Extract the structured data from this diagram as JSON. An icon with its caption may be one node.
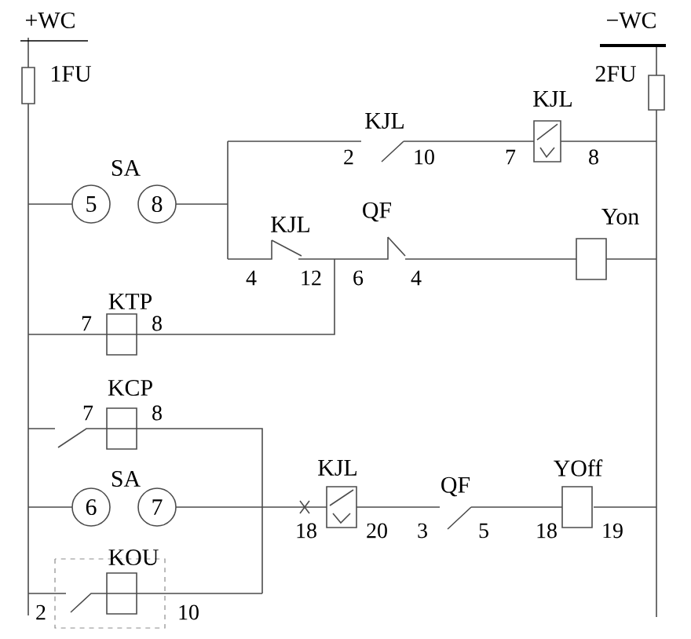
{
  "diagram": {
    "nodes": [
      {
        "text": [
          "5"
        ]
      },
      {
        "text": [
          "8"
        ]
      },
      {
        "text": [
          "6"
        ]
      },
      {
        "text": [
          "7"
        ]
      }
    ],
    "labels": [
      "+WC",
      "−WC",
      "1FU",
      "2FU",
      "KJL",
      "KJL",
      "2",
      "10",
      "7",
      "8",
      "SA",
      "QF",
      "KJL",
      "Yon",
      "4",
      "12",
      "6",
      "4",
      "KTP",
      "7",
      "8",
      "KCP",
      "7",
      "8",
      "SA",
      "KJL",
      "YOff",
      "QF",
      "18",
      "20",
      "3",
      "5",
      "18",
      "19",
      "KOU",
      "2",
      "10"
    ]
  }
}
